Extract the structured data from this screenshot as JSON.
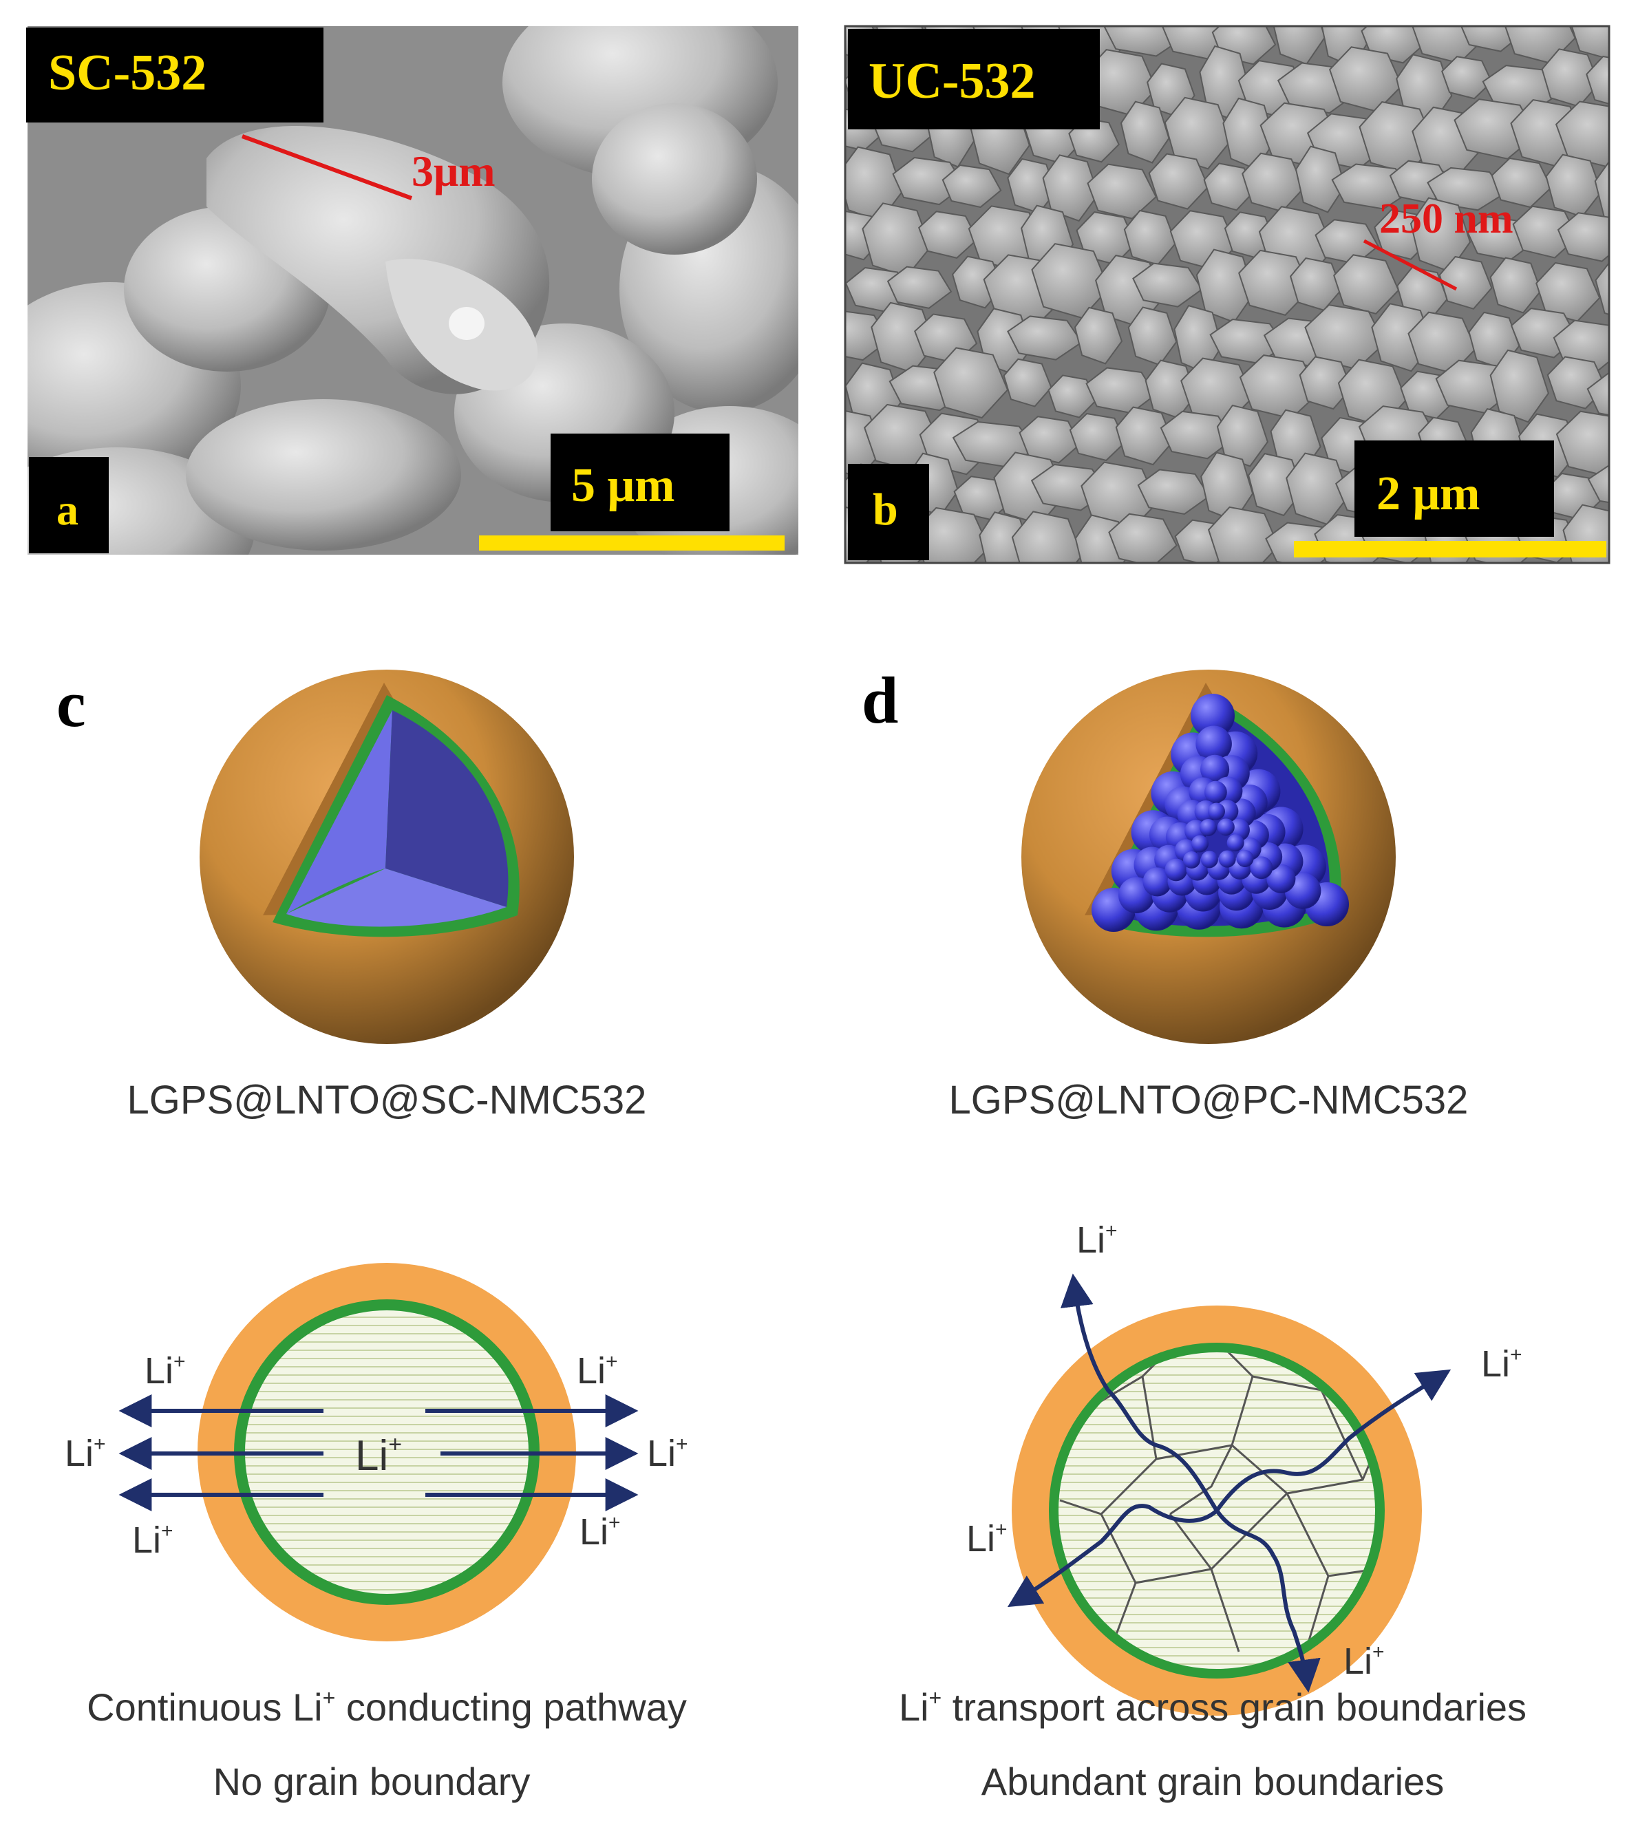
{
  "panels": {
    "a": {
      "letter": "a",
      "sample_label": "SC-532",
      "feature_label": "3μm",
      "scale_bar_label": "5 μm"
    },
    "b": {
      "letter": "b",
      "sample_label": "UC-532",
      "feature_label": "250 nm",
      "scale_bar_label": "2 μm"
    },
    "c": {
      "letter": "c",
      "particle_caption": "LGPS@LNTO@SC-NMC532",
      "li_label": "Li",
      "li_center": "Li",
      "ion_sup": "+",
      "caption_line1_pre": "Continuous Li",
      "caption_line1_post": " conducting pathway",
      "caption_line2": "No grain boundary"
    },
    "d": {
      "letter": "d",
      "particle_caption": "LGPS@LNTO@PC-NMC532",
      "li_label": "Li",
      "ion_sup": "+",
      "caption_line1_pre": "Li",
      "caption_line1_post": " transport across grain boundaries",
      "caption_line2": "Abundant grain boundaries"
    }
  },
  "colors": {
    "shell_orange": "#f0a04a",
    "coating_green": "#2e9b3a",
    "core_blue": "#5b5bd6",
    "arrow_navy": "#1f2f6b",
    "label_yellow": "#ffe000",
    "label_red": "#e01818"
  }
}
